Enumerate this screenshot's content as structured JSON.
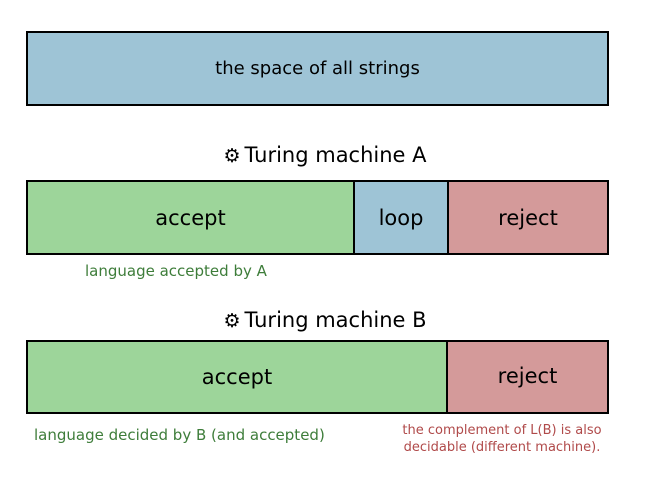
{
  "all_strings": {
    "label": "the space of all strings",
    "color": "#9ec4d6"
  },
  "machine_a": {
    "title": "Turing machine A",
    "icon": "gear-icon",
    "accept_label": "accept",
    "loop_label": "loop",
    "reject_label": "reject",
    "caption": "language accepted by A"
  },
  "machine_b": {
    "title": "Turing machine B",
    "icon": "gear-icon",
    "accept_label": "accept",
    "reject_label": "reject",
    "caption": "language decided by B (and accepted)",
    "complement_line1": "the complement of L(B) is also",
    "complement_line2": "decidable (different machine)."
  },
  "colors": {
    "accept": "#9dd59a",
    "loop": "#9ec4d6",
    "reject": "#d49a9a",
    "green_text": "#3e7d3a",
    "red_text": "#b04a4a"
  }
}
